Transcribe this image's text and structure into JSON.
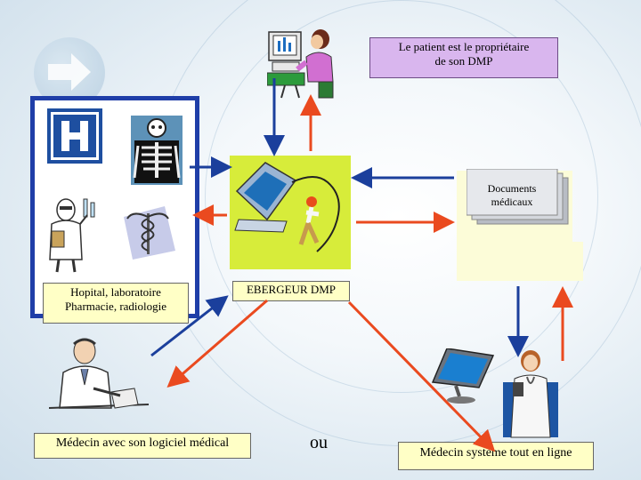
{
  "labels": {
    "patient": [
      "Le patient est le propriétaire",
      "de son DMP"
    ],
    "documents": [
      "Documents",
      "médicaux"
    ],
    "hospital": [
      "Hopital, laboratoire",
      "Pharmacie, radiologie"
    ],
    "host": "EBERGEUR DMP",
    "doctor_software": "Médecin avec son logiciel médical",
    "or": "ou",
    "doctor_online": "Médecin système tout en ligne"
  },
  "icons": {
    "hospital": "hospital-h-icon",
    "xray": "xray-skeleton-icon",
    "lab": "lab-doctor-icon",
    "pharmacy": "caduceus-icon",
    "patient": "patient-computer-icon",
    "host": "host-computer-icon",
    "doctor_desk": "doctor-desk-icon",
    "monitor": "lcd-monitor-icon",
    "doctor_female": "female-doctor-icon"
  },
  "colors": {
    "blue_arrow": "#1b3f9c",
    "red_arrow": "#ea4a1f",
    "frame_blue": "#1f3ea8",
    "violet_box": "#d9b6ee",
    "yellow_box": "#ffffc6"
  }
}
